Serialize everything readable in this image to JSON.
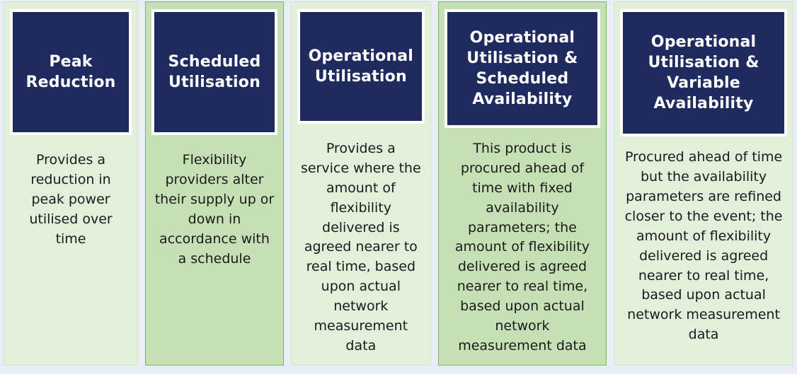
{
  "palette": {
    "page_background": "#e8edf7",
    "card_pale_background": "#e2efda",
    "card_pale_border": "#d3e7c6",
    "card_strong_background": "#c5e0b4",
    "card_strong_border": "#78b85a",
    "header_background": "#1f2a5e",
    "header_border": "#ffffff",
    "header_text": "#ffffff",
    "body_text": "#1a1a1a"
  },
  "cards": [
    {
      "title": "Peak Reduction",
      "description": "Provides a reduction in peak power utilised over time",
      "emphasis": "pale"
    },
    {
      "title": "Scheduled Utilisation",
      "description": "Flexibility providers alter their supply up or down in accordance with a schedule",
      "emphasis": "strong"
    },
    {
      "title": "Operational Utilisation",
      "description": "Provides a service where the amount of flexibility delivered is agreed nearer to real time, based upon actual network measurement data",
      "emphasis": "pale"
    },
    {
      "title": "Operational Utilisation & Scheduled Availability",
      "description": "This product is procured ahead of time with fixed availability parameters; the amount of flexibility delivered is agreed nearer to real time, based upon actual network measurement data",
      "emphasis": "strong"
    },
    {
      "title": "Operational Utilisation & Variable Availability",
      "description": "Procured ahead of time but the availability parameters are refined closer to the event; the amount of flexibility delivered is agreed nearer to real time, based upon actual network measurement data",
      "emphasis": "pale"
    }
  ]
}
